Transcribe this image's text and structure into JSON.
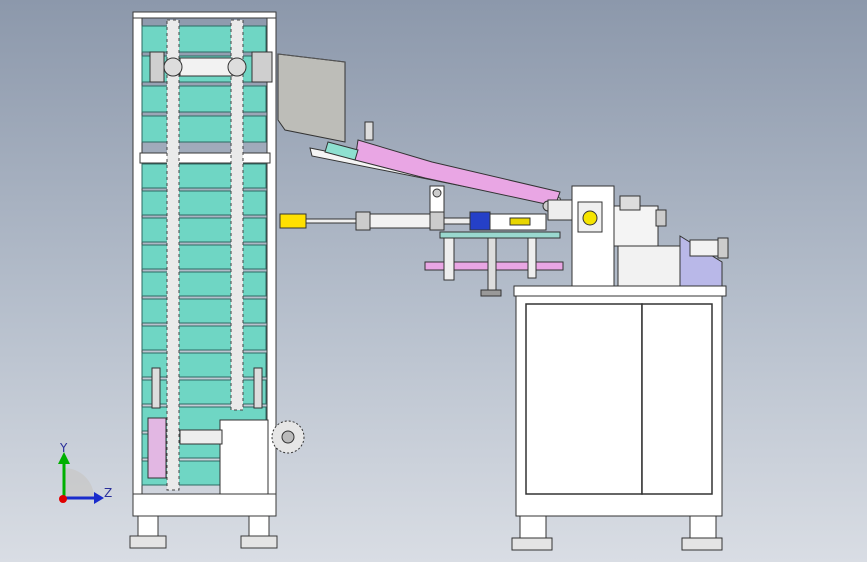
{
  "viewport": {
    "title": ""
  },
  "triad": {
    "y_label": "Y",
    "z_label": "Z"
  },
  "colors": {
    "frame": "#ffffff",
    "frame_edge": "#3a3a3a",
    "tray": "#6fd6c4",
    "chain": "#e6e6e6",
    "pink": "#e9a6e4",
    "cylinder_yellow": "#ffe000",
    "hopper": "#bdbdb8",
    "axis_x": "#e00000",
    "axis_y": "#00b000",
    "axis_z": "#1a2ccc"
  },
  "elevator": {
    "tray_count_upper": 4,
    "tray_count_lower": 12
  }
}
